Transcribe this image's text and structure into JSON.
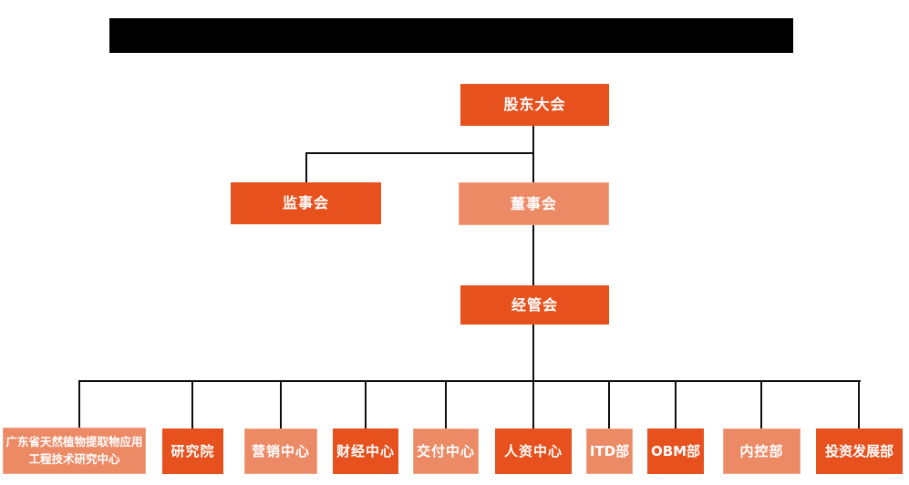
{
  "colors": {
    "node_primary": "#E6511E",
    "node_secondary": "#EC8A66",
    "node_text": "#FFFFFF",
    "connector": "#0D0D0D",
    "redaction_bar": "#000000",
    "background": "#FFFFFF"
  },
  "org_chart": {
    "type": "org-tree",
    "nodes": [
      {
        "id": "shareholders-meeting",
        "label": "股东大会",
        "variant": "primary",
        "level": 1,
        "parent": null
      },
      {
        "id": "board-of-supervisors",
        "label": "监事会",
        "variant": "primary",
        "level": 2,
        "parent": "shareholders-meeting"
      },
      {
        "id": "board-of-directors",
        "label": "董事会",
        "variant": "secondary",
        "level": 2,
        "parent": "shareholders-meeting"
      },
      {
        "id": "management-committee",
        "label": "经管会",
        "variant": "primary",
        "level": 3,
        "parent": "board-of-directors"
      },
      {
        "id": "research-center",
        "label": "广东省天然植物提取物应用工程技术研究中心",
        "variant": "secondary",
        "level": 4,
        "parent": "management-committee"
      },
      {
        "id": "research-institute",
        "label": "研究院",
        "variant": "primary",
        "level": 4,
        "parent": "management-committee"
      },
      {
        "id": "marketing-center",
        "label": "营销中心",
        "variant": "secondary",
        "level": 4,
        "parent": "management-committee"
      },
      {
        "id": "finance-center",
        "label": "财经中心",
        "variant": "primary",
        "level": 4,
        "parent": "management-committee"
      },
      {
        "id": "delivery-center",
        "label": "交付中心",
        "variant": "secondary",
        "level": 4,
        "parent": "management-committee"
      },
      {
        "id": "hr-center",
        "label": "人资中心",
        "variant": "primary",
        "level": 4,
        "parent": "management-committee"
      },
      {
        "id": "itd-department",
        "label": "ITD部",
        "variant": "secondary",
        "level": 4,
        "parent": "management-committee"
      },
      {
        "id": "obm-department",
        "label": "OBM部",
        "variant": "primary",
        "level": 4,
        "parent": "management-committee"
      },
      {
        "id": "internal-control-department",
        "label": "内控部",
        "variant": "secondary",
        "level": 4,
        "parent": "management-committee"
      },
      {
        "id": "investment-development-department",
        "label": "投资发展部",
        "variant": "primary",
        "level": 4,
        "parent": "management-committee"
      }
    ]
  }
}
